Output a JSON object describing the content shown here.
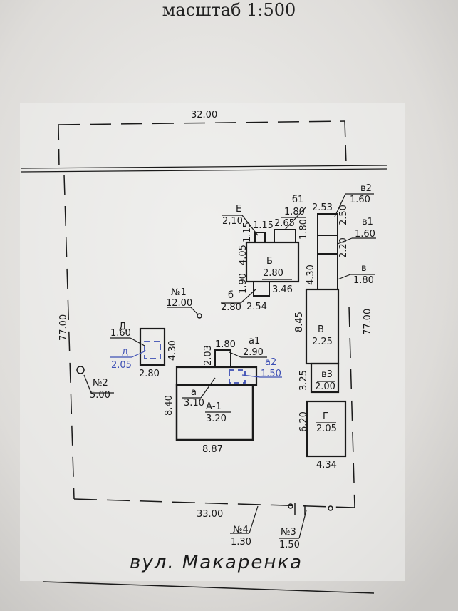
{
  "scale_title": "масштаб 1:500",
  "street": "вул. Макаренка",
  "dims": {
    "top": "32.00",
    "bottom": "33.00",
    "left": "77.00",
    "right": "77.00"
  },
  "buildings": {
    "A1": {
      "name": "А-1",
      "h": "3.20",
      "w": "8.87",
      "d": "8.40"
    },
    "a": {
      "name": "а",
      "h": "3.10",
      "d": "2.03",
      "w": "1.80"
    },
    "a1": {
      "name": "а1",
      "h": "2.90"
    },
    "a2": {
      "name": "а2",
      "h": "1.50"
    },
    "B": {
      "name": "Б",
      "h": "2.80",
      "d1": "4.05",
      "d2": "1.90",
      "w": "3.46",
      "d3": "1.80",
      "w2": "2.65"
    },
    "b": {
      "name": "б",
      "h": "2.80",
      "w": "2.54"
    },
    "b1": {
      "name": "б1",
      "h": "1.80"
    },
    "E": {
      "name": "Е",
      "h": "2,10",
      "w": "1.15",
      "d": "1.15"
    },
    "V": {
      "name": "В",
      "h": "2.25",
      "d": "8.45",
      "d2": "4.30"
    },
    "v": {
      "name": "в",
      "h": "1.80"
    },
    "v1": {
      "name": "в1",
      "h": "1.60",
      "d": "2.20"
    },
    "v2": {
      "name": "в2",
      "h": "1.60",
      "w": "2.53",
      "d": "2.50"
    },
    "v3": {
      "name": "в3",
      "h": "2.00",
      "d": "3.25"
    },
    "G": {
      "name": "Г",
      "h": "2.05",
      "d": "6.20",
      "w": "4.34"
    },
    "D": {
      "name": "Д",
      "h": "1.60",
      "d": "4.30",
      "w": "2.80"
    },
    "d": {
      "name": "д",
      "h": "2.05"
    }
  },
  "marks": {
    "n1": {
      "name": "№1",
      "v": "12.00"
    },
    "n2": {
      "name": "№2",
      "v": "5.00"
    },
    "n3": {
      "name": "№3",
      "v": "1.50"
    },
    "n4": {
      "name": "№4",
      "v": "1.30"
    }
  }
}
